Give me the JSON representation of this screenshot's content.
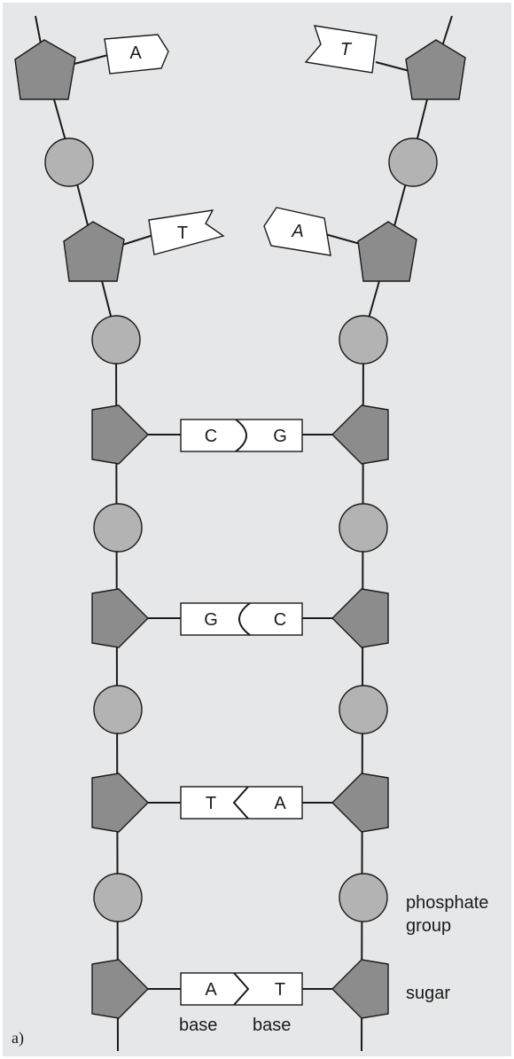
{
  "panel_label": "a)",
  "labels": {
    "phosphate_line1": "phosphate",
    "phosphate_line2": "group",
    "sugar": "sugar",
    "base_left": "base",
    "base_right": "base"
  },
  "open_bases": {
    "left_top": "A",
    "left_mid": "T",
    "right_top": "T",
    "right_mid": "A"
  },
  "pairs": [
    {
      "left": "C",
      "right": "G"
    },
    {
      "left": "G",
      "right": "C"
    },
    {
      "left": "T",
      "right": "A"
    },
    {
      "left": "A",
      "right": "T"
    }
  ],
  "colors": {
    "background": "#e6e7e8",
    "sugar": "#8c8c8c",
    "phosphate": "#b3b3b3",
    "base": "#ffffff",
    "line": "#1a1a1a"
  }
}
